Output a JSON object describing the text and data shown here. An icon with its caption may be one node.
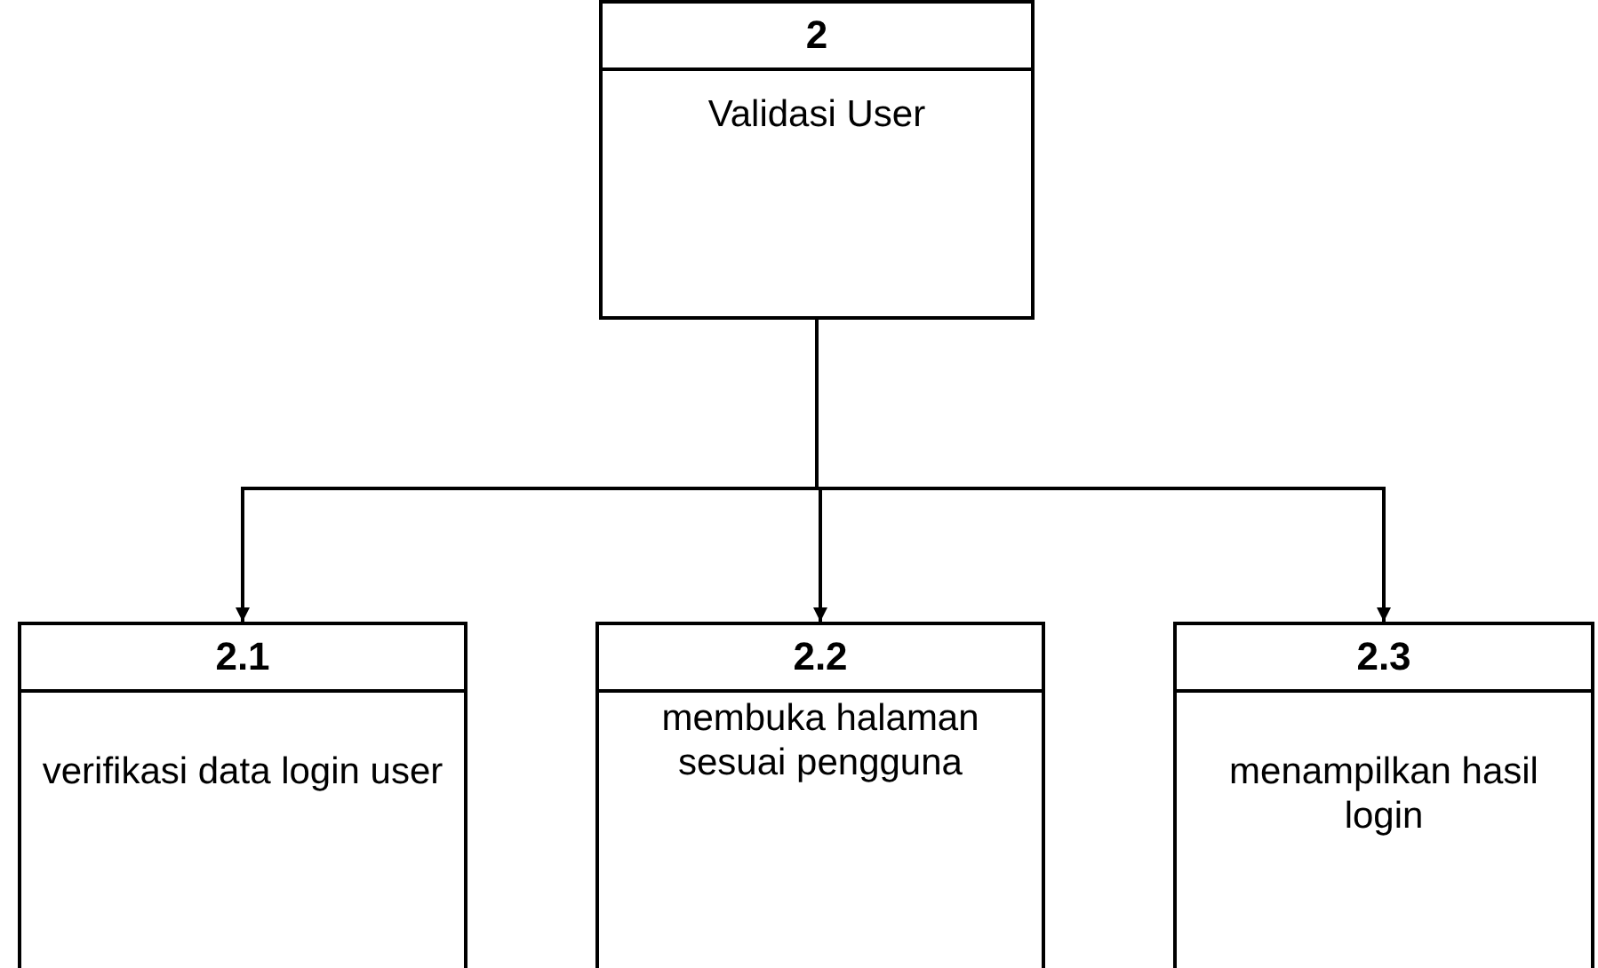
{
  "diagram": {
    "nodes": [
      {
        "text": [
          "2",
          "Validasi User"
        ]
      },
      {
        "text": [
          "2.1",
          "verifikasi data login user"
        ]
      },
      {
        "text": [
          "2.2",
          "membuka halaman sesuai pengguna"
        ]
      },
      {
        "text": [
          "2.3",
          "menampilkan hasil login"
        ]
      }
    ],
    "edges": [
      {
        "from": 0,
        "to": 1,
        "arrow": "to"
      },
      {
        "from": 0,
        "to": 2,
        "arrow": "to"
      },
      {
        "from": 0,
        "to": 3,
        "arrow": "to"
      }
    ]
  }
}
